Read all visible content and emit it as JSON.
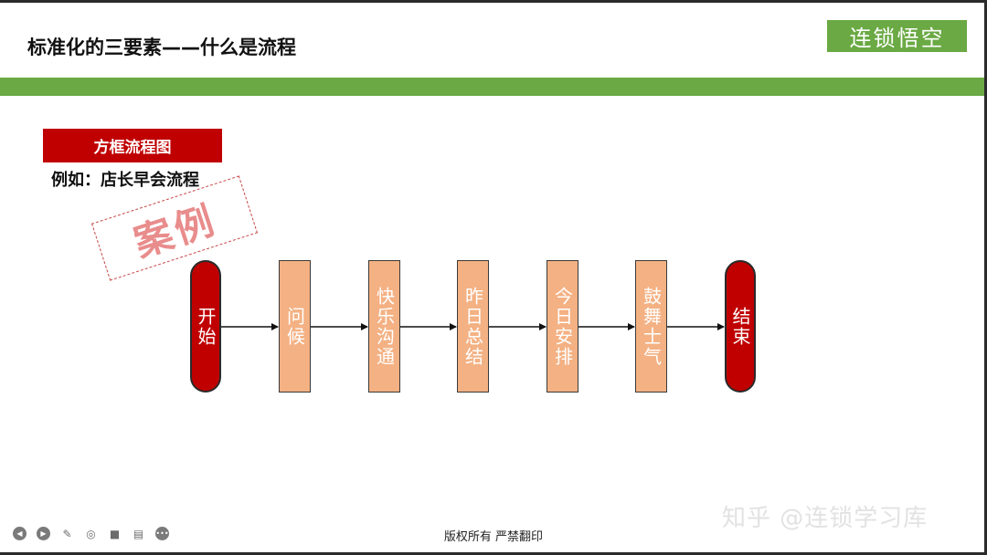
{
  "header": {
    "title": "标准化的三要素——什么是流程",
    "brand": "连锁悟空"
  },
  "section": {
    "tag": "方框流程图",
    "example": "例如：店长早会流程",
    "stamp": "案例"
  },
  "flow": {
    "start": "开始",
    "steps": [
      "问候",
      "快乐沟通",
      "昨日总结",
      "今日安排",
      "鼓舞士气"
    ],
    "end": "结束"
  },
  "footer": {
    "copyright": "版权所有  严禁翻印",
    "watermark": "知乎 @连锁学习库",
    "controls": [
      "previous-icon",
      "next-icon",
      "pen-icon",
      "pointer-icon",
      "camera-icon",
      "subtitles-icon",
      "more-icon"
    ]
  },
  "colors": {
    "accent_green": "#6aa943",
    "accent_red": "#c00000",
    "step_fill": "#f4b183"
  }
}
